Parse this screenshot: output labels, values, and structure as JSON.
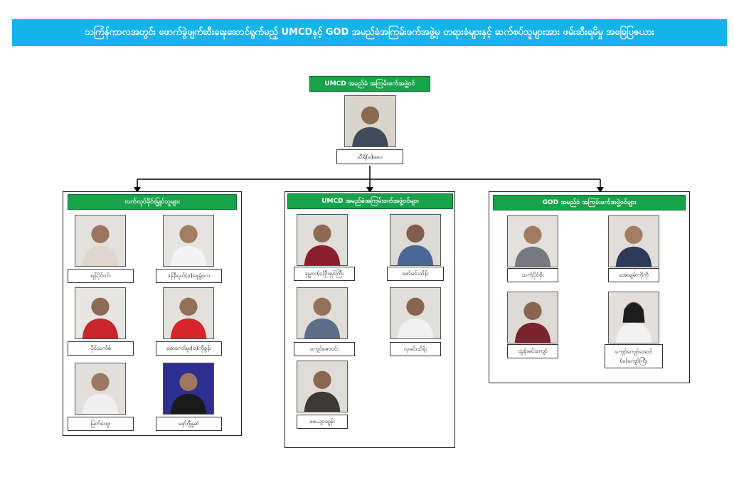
{
  "banner": {
    "title": "သကြံန်ကာလအတွင်း ဖောက်ခွဲဖျက်ဆီးရေးဆောင်ရွက်မည့် UMCDနှင့် GOD အမည်ခံအကြမ်းဖက်အဖွဲ့မှ တရားခံများနှင့် ဆက်စပ်သူများအား ဖမ်းဆီးရမိမှု အခြေပြဇယား"
  },
  "leader": {
    "tag": "UMCD အမည်ခံ အကြမ်းဖက်အဖွဲ့ဝင်",
    "name": "သီရိ(ခ)မဝေ",
    "photo_icon": "person-photo-icon"
  },
  "groups": [
    {
      "tag": "လက်လုပ်မိုင်းမြှုပ်သူများ",
      "members": [
        {
          "name": "ရန်ပိုင်ဝင်း"
        },
        {
          "name": "ဒန်နီရယ်(ခ)နေမွဲလေ"
        },
        {
          "name": "ပိုင်သက်စံ"
        },
        {
          "name": "စောကော်မူး(ခ)ကိုခွန်း"
        },
        {
          "name": "မြတ်ထွေး"
        },
        {
          "name": "နော်ဂျီနူဆဲ"
        }
      ]
    },
    {
      "tag": "UMCD အမည်ခံအကြမ်းဖက်အဖွဲ့ဝင်များ",
      "members": [
        {
          "name": "ရှမ္မလ(ခ)ဦးရှင်ကြီး"
        },
        {
          "name": "ဇော်မင်းသိန်း"
        },
        {
          "name": "ကျော်ဇောဝင်း"
        },
        {
          "name": "လှမင်းသိန်း"
        },
        {
          "name": "ဇေယျာထွန်း"
        }
      ]
    },
    {
      "tag": "GOD အမည်ခံ အကြမ်းဖက်အဖွဲ့ဝင်များ",
      "members": [
        {
          "name": "သက်ပိုင်စိုး"
        },
        {
          "name": "အေးချမ်းကိုကို"
        },
        {
          "name": "ထွန်းမင်းကျော်"
        },
        {
          "name": "ကျော်ကျော်အောင် (ခ)ကျော်ကြီး"
        }
      ]
    }
  ],
  "colors": {
    "banner": "#14b4ea",
    "tag": "#17a34a",
    "connector": "#000000"
  }
}
